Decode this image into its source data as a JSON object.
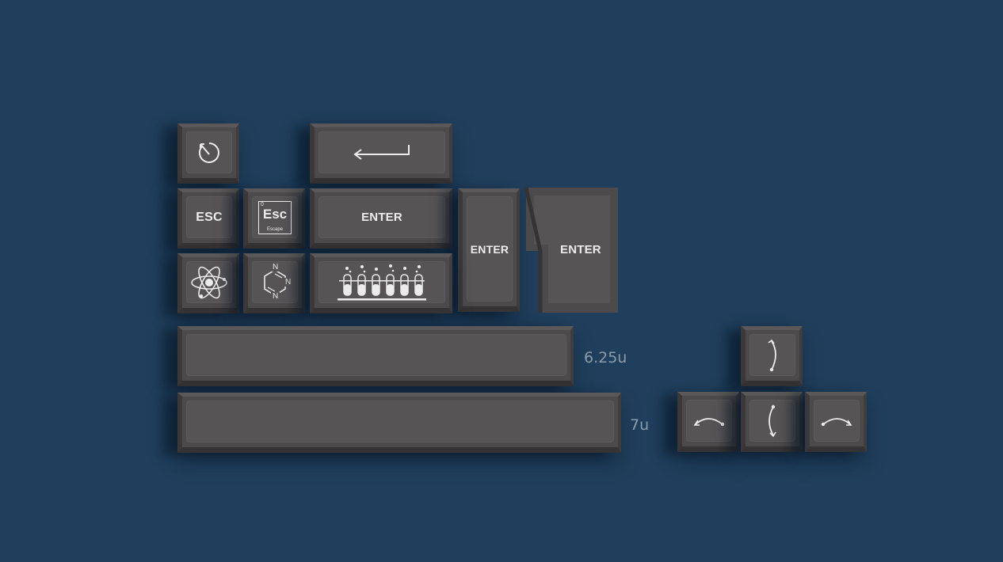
{
  "keys": {
    "esc_label": "ESC",
    "element_symbol": "Esc",
    "element_name": "Escape",
    "element_number": "0",
    "enter_wide_label": "ENTER",
    "enter_tall_label": "ENTER",
    "enter_iso_label": "ENTER",
    "triazine_atoms": [
      "N",
      "N",
      "N"
    ]
  },
  "size_labels": {
    "spacebar_625": "6.25u",
    "spacebar_7": "7u"
  },
  "icons": {
    "restart": "restart-icon",
    "enter_arrow": "return-arrow-icon",
    "atom": "atom-icon",
    "molecule": "triazine-molecule-icon",
    "test_tubes": "test-tubes-icon",
    "arrow_up": "arrow-up-curve-icon",
    "arrow_left": "arrow-left-curve-icon",
    "arrow_down": "arrow-down-curve-icon",
    "arrow_right": "arrow-right-curve-icon"
  },
  "colors": {
    "background": "#203f5c",
    "keycap": "#4c4a4a",
    "keycap_top": "#565454",
    "legend": "#ececec"
  }
}
